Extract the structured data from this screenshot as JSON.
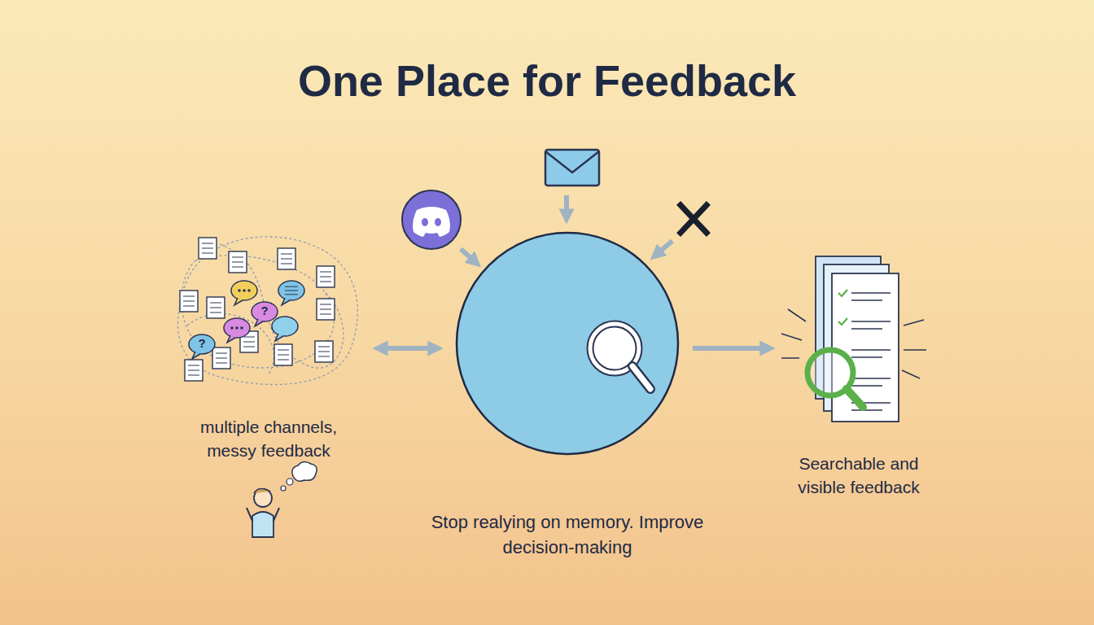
{
  "diagram": {
    "title": "One Place for Feedback",
    "nodes": [
      {
        "text": [
          "multiple channels, messy feedback"
        ]
      },
      {
        "text": [
          "Stop realying on memory. Improve decision-making"
        ]
      },
      {
        "text": [
          "Searchable and visible feedback"
        ]
      }
    ],
    "edges": [
      {
        "from": 0,
        "to": 1,
        "arrow": "both"
      },
      {
        "from": 1,
        "to": 2,
        "arrow": "to"
      }
    ],
    "labels": [
      "?",
      "?"
    ]
  }
}
